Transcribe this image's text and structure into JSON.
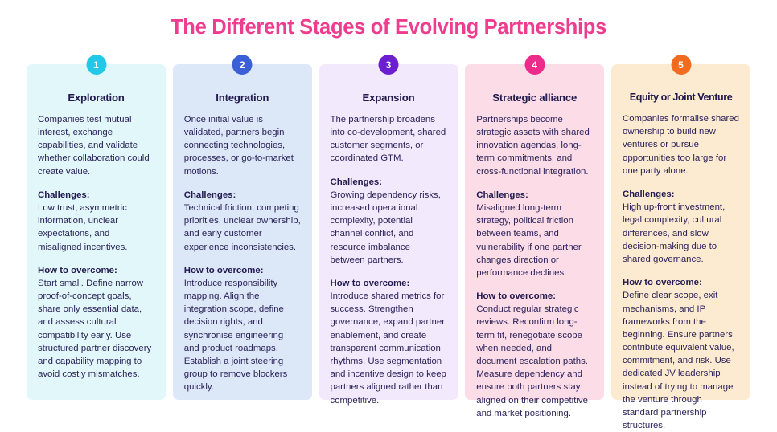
{
  "header": {
    "title": "The Different Stages of Evolving Partnerships",
    "title_color": "#EE3D8F"
  },
  "labels": {
    "challenges": "Challenges:",
    "how_to_overcome": "How to overcome:"
  },
  "stages": [
    {
      "number": "1",
      "title": "Exploration",
      "description": "Companies test mutual interest, exchange capabilities, and validate whether collaboration could create value.",
      "challenges_label": "Challenges:",
      "challenges": "Low trust, asymmetric information, unclear expectations, and misaligned incentives.",
      "overcome_label": "How to overcome:",
      "overcome": "Start small. Define narrow proof-of-concept goals, share only essential data, and assess cultural compatibility early. Use structured partner discovery and capability mapping to avoid costly mismatches.",
      "card_color": "#E1F7FA",
      "badge_color": "#22C8E8"
    },
    {
      "number": "2",
      "title": "Integration",
      "description": "Once initial value is validated, partners begin connecting technologies, processes, or go-to-market motions.",
      "challenges_label": "Challenges:",
      "challenges": "Technical friction, competing priorities, unclear ownership, and early customer experience inconsistencies.",
      "overcome_label": "How to overcome:",
      "overcome": "Introduce responsibility mapping. Align the integration scope, define decision rights, and synchronise engineering and product roadmaps. Establish a joint steering group to remove blockers quickly.",
      "card_color": "#DCE7F8",
      "badge_color": "#3B5FD6"
    },
    {
      "number": "3",
      "title": "Expansion",
      "description": "The partnership broadens into co-development, shared customer segments, or coordinated GTM.",
      "challenges_label": "Challenges:",
      "challenges": "Growing dependency risks, increased operational complexity, potential channel conflict, and resource imbalance between partners.",
      "overcome_label": "How to overcome:",
      "overcome": "Introduce shared metrics for success. Strengthen governance, expand partner enablement, and create transparent communication rhythms. Use segmentation and incentive design to keep partners aligned rather than competitive.",
      "card_color": "#F3E9FC",
      "badge_color": "#6B1FD1"
    },
    {
      "number": "4",
      "title": "Strategic alliance",
      "description": "Partnerships become strategic assets with shared innovation agendas, long-term commitments, and cross-functional integration.",
      "challenges_label": "Challenges:",
      "challenges": "Misaligned long-term strategy, political friction between teams, and vulnerability if one partner changes direction or performance declines.",
      "overcome_label": "How to overcome:",
      "overcome": "Conduct regular strategic reviews. Reconfirm long-term fit, renegotiate scope when needed, and document escalation paths. Measure dependency and ensure both partners stay aligned on their competitive and market positioning.",
      "card_color": "#FBDCE7",
      "badge_color": "#EC2B8A"
    },
    {
      "number": "5",
      "title": "Equity or Joint Venture",
      "description": "Companies formalise shared ownership to build new ventures or pursue opportunities too large for one party alone.",
      "challenges_label": "Challenges:",
      "challenges": "High up-front investment, legal complexity, cultural differences, and slow decision-making due to shared governance.",
      "overcome_label": "How to overcome:",
      "overcome": "Define clear scope, exit mechanisms, and IP frameworks from the beginning. Ensure partners contribute equivalent value, commitment, and risk. Use dedicated JV leadership instead of trying to manage the venture through standard partnership structures.",
      "card_color": "#FCEAD1",
      "badge_color": "#F26C1F"
    }
  ]
}
